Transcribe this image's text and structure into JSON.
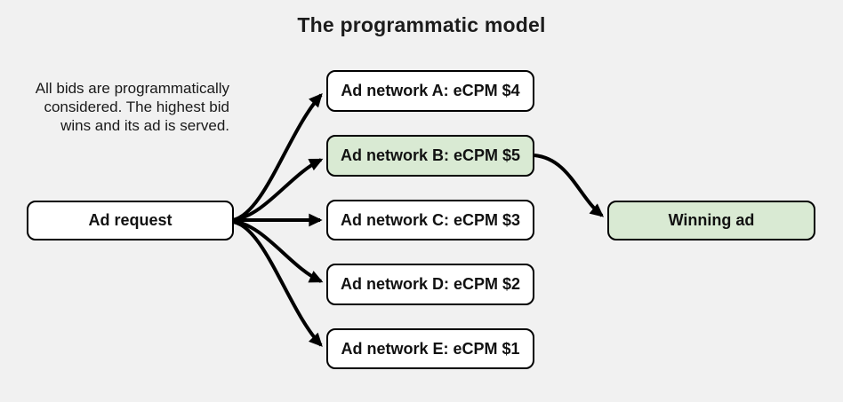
{
  "title": "The programmatic model",
  "description": {
    "lines": [
      "All bids are programmatically",
      "considered. The highest bid",
      "wins and its ad is served."
    ]
  },
  "source_box": {
    "label": "Ad request"
  },
  "networks": [
    {
      "label": "Ad network A: eCPM $4",
      "highlighted": false
    },
    {
      "label": "Ad network B: eCPM $5",
      "highlighted": true
    },
    {
      "label": "Ad network C: eCPM $3",
      "highlighted": false
    },
    {
      "label": "Ad network D: eCPM $2",
      "highlighted": false
    },
    {
      "label": "Ad network E: eCPM $1",
      "highlighted": false
    }
  ],
  "winner_box": {
    "label": "Winning ad"
  },
  "colors": {
    "background": "#f1f1f1",
    "box_fill": "#ffffff",
    "highlight_fill": "#d9ead3",
    "border": "#000000",
    "text": "#111111",
    "arrow": "#000000"
  }
}
